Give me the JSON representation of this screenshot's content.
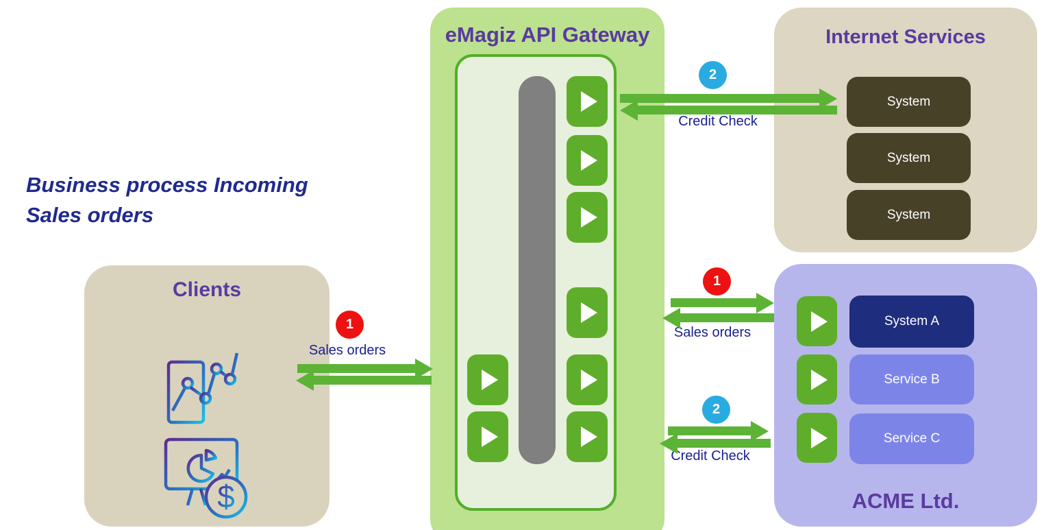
{
  "page": {
    "heading_line1": "Business process Incoming",
    "heading_line2": "Sales orders"
  },
  "clients": {
    "title": "Clients",
    "icons": [
      "mobile-analytics-icon",
      "finance-dashboard-icon"
    ]
  },
  "gateway": {
    "title": "eMagiz API Gateway",
    "flow_icon": "play-icon"
  },
  "internet_services": {
    "title": "Internet Services",
    "systems": [
      "System",
      "System",
      "System"
    ]
  },
  "acme": {
    "title": "ACME Ltd.",
    "systems": [
      "System A",
      "Service B",
      "Service C"
    ],
    "flow_icon": "play-icon"
  },
  "flows": [
    {
      "badge": "1",
      "badge_color": "#ee1111",
      "label": "Sales orders"
    },
    {
      "badge": "2",
      "badge_color": "#29abe2",
      "label": "Credit Check"
    },
    {
      "badge": "1",
      "badge_color": "#ee1111",
      "label": "Sales orders"
    },
    {
      "badge": "2",
      "badge_color": "#29abe2",
      "label": "Credit Check"
    }
  ],
  "colors": {
    "gateway_bg": "#bce18f",
    "gateway_panel_bg": "#e7f0dd",
    "gateway_panel_border": "#54ad2a",
    "flow_button_green": "#5fae2b",
    "arrow_green": "#5cb335",
    "bus_bar_gray": "#808080",
    "tan_box": "#d9d3be",
    "system_olive": "#474128",
    "acme_bg": "#b7b6ec",
    "system_a_navy": "#1f2d7e",
    "service_purple": "#7d84e8",
    "title_purple": "#5a3aa0",
    "flow_label_navy": "#1b2191",
    "heading_navy": "#202a8e",
    "badge_red": "#ee1111",
    "badge_blue": "#29abe2"
  }
}
